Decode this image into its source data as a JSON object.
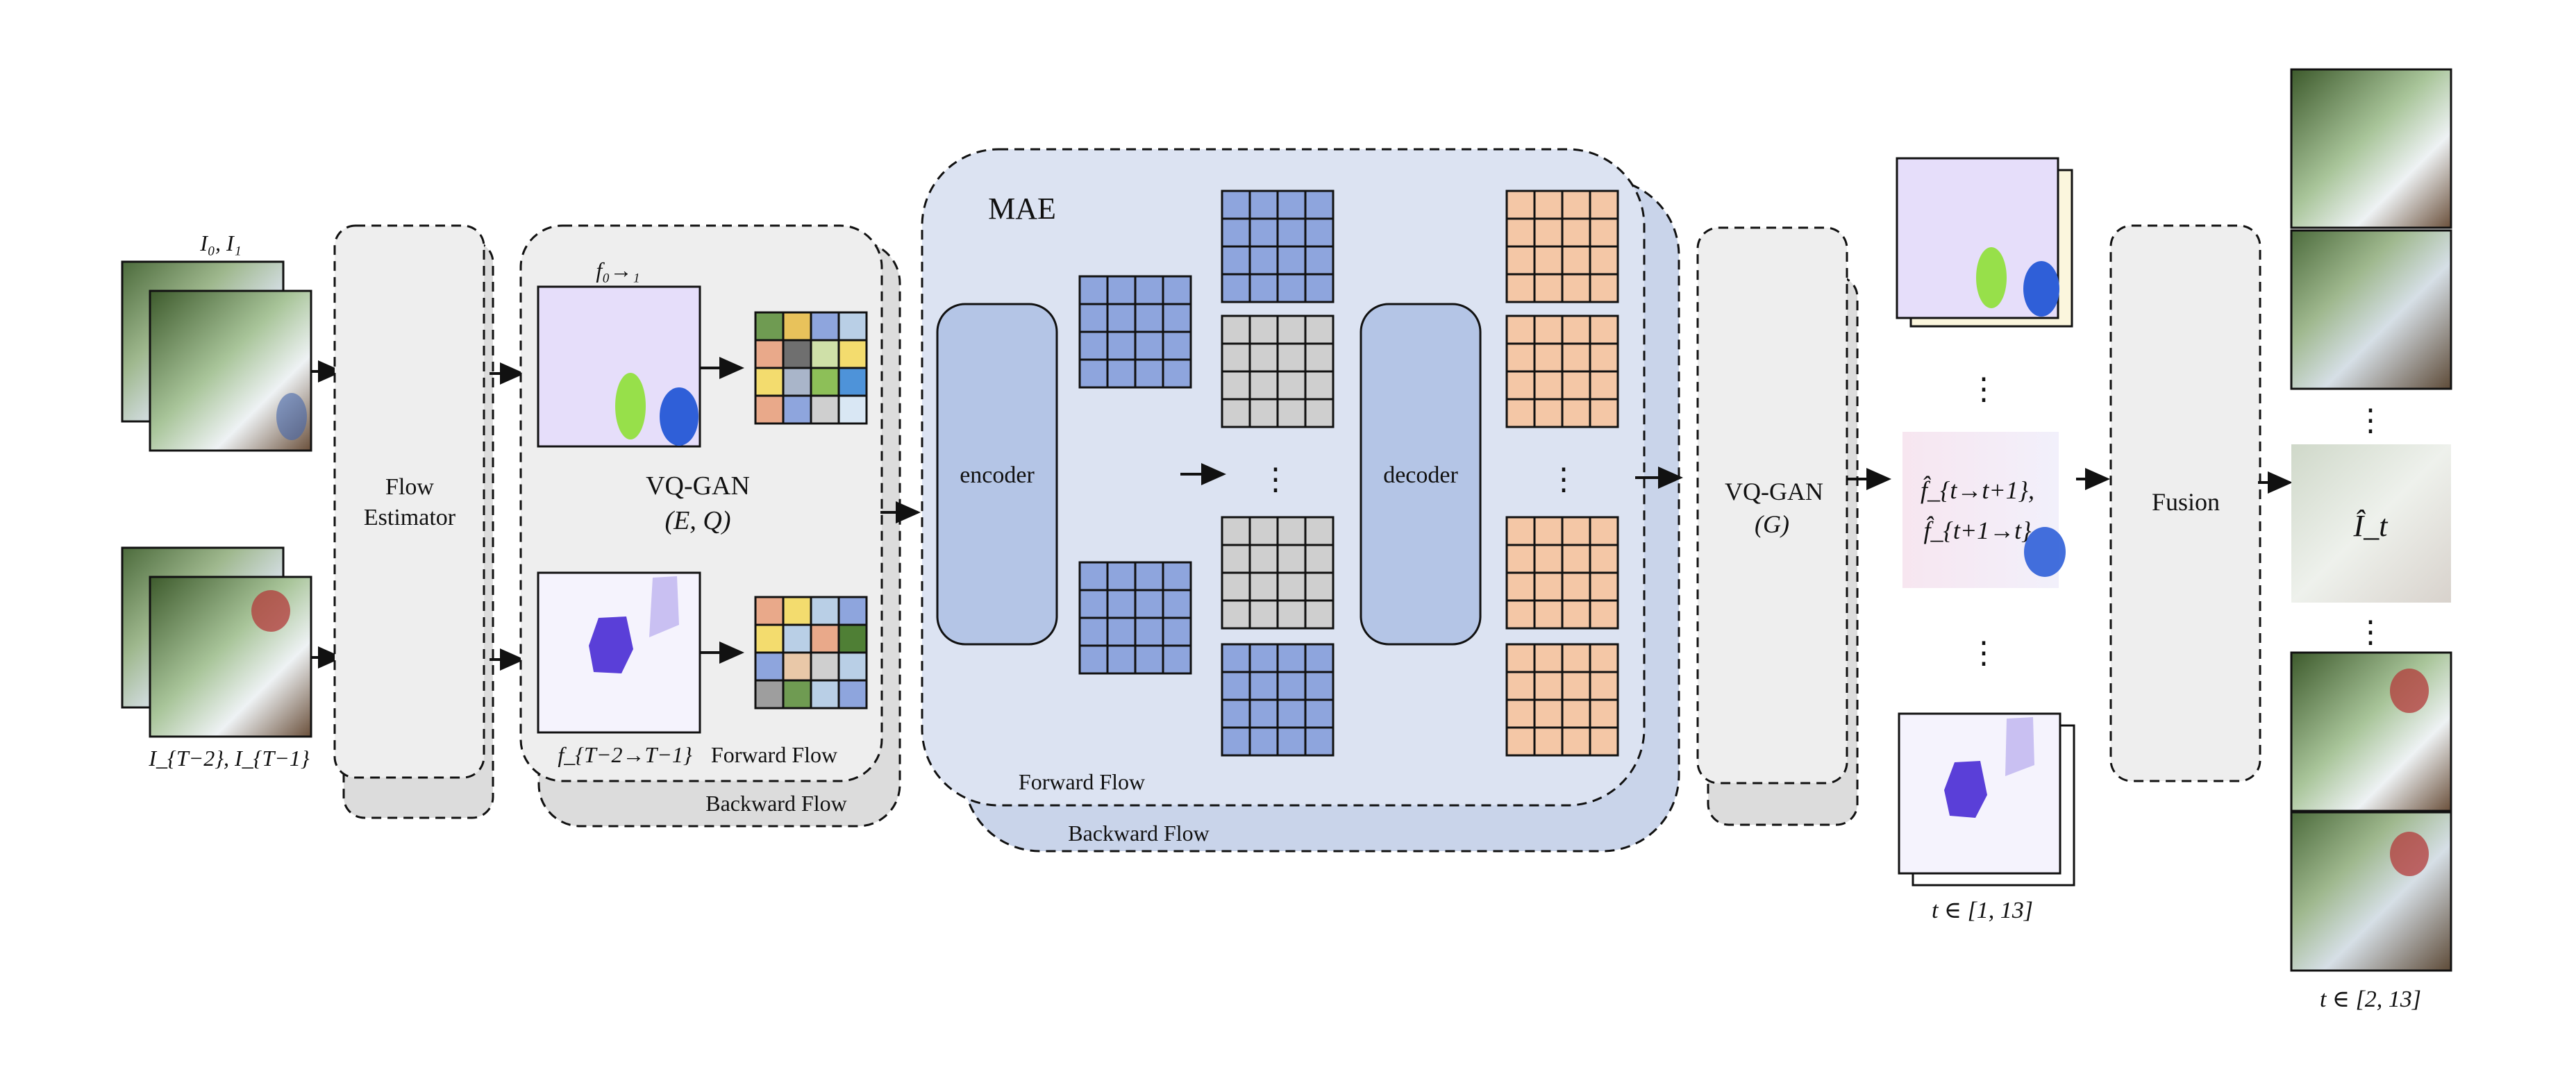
{
  "labels": {
    "input_top": "I₀, I₁",
    "input_bottom": "I_{T−2}, I_{T−1}",
    "flow_estimator_line1": "Flow",
    "flow_estimator_line2": "Estimator",
    "flow_fwd_label": "f₀→₁",
    "flow_bwd_label": "f_{T−2→T−1}",
    "vqgan_enc_line1": "VQ-GAN",
    "vqgan_enc_line2": "(E, Q)",
    "forward_flow": "Forward Flow",
    "backward_flow": "Backward Flow",
    "mae": "MAE",
    "encoder": "encoder",
    "decoder": "decoder",
    "mae_forward_flow": "Forward Flow",
    "mae_backward_flow": "Backward Flow",
    "vqgan_dec_line1": "VQ-GAN",
    "vqgan_dec_line2": "(G)",
    "pred_line1": "f̂_{t→t+1},",
    "pred_line2": "f̂_{t+1→t}",
    "dots": "⋮",
    "t_range_flow": "t ∈ [1, 13]",
    "fusion": "Fusion",
    "output_label": "Î_t",
    "t_range_out": "t ∈ [2, 13]"
  },
  "colors": {
    "module_gray": "#eeeeee",
    "module_gray_back": "#dcdcdc",
    "mae_blue": "#dce3f2",
    "mae_blue_back": "#c9d4ea",
    "block_blue": "#b4c5e6",
    "token_blue": "#8ea5dd",
    "token_gray": "#cfcfcf",
    "token_peach": "#f4c7a6",
    "flow_lilac": "#e6defa",
    "flow_white": "#f5f3fd"
  },
  "codebook": {
    "forward": [
      "#6f9b52",
      "#e8c25b",
      "#8ea5dd",
      "#b9cfe6",
      "#e9a98a",
      "#6f6f6f",
      "#cfe0a8",
      "#f3dc6e",
      "#f3dc6e",
      "#a9b5c9",
      "#8dbf58",
      "#4e93d9",
      "#e9a98a",
      "#8ea5dd",
      "#cfcfcf",
      "#d9e7f4"
    ],
    "backward": [
      "#e9a98a",
      "#f3dc6e",
      "#b9cfe6",
      "#8ea5dd",
      "#f3dc6e",
      "#b9cfe6",
      "#e9a98a",
      "#4f7f35",
      "#8ea5dd",
      "#e9c8a8",
      "#cfcfcf",
      "#b9cfe6",
      "#9e9e9e",
      "#6f9b52",
      "#b9cfe6",
      "#8ea5dd"
    ]
  }
}
